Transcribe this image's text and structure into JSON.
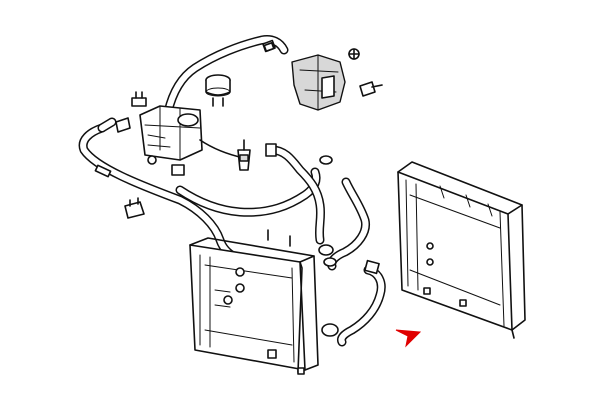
{
  "diagram": {
    "colors": {
      "line": "#111111",
      "background": "#ffffff",
      "indicator_arrow": "#e00000",
      "plastic": "#d8d8d8"
    },
    "parts": [
      "expansion-tank",
      "tank-cap",
      "overflow-hose",
      "vent-hose",
      "upper-radiator-hose",
      "lower-radiator-hose",
      "thermostat-housing",
      "radiator",
      "condenser",
      "hose-clamp",
      "mounting-bracket"
    ]
  }
}
